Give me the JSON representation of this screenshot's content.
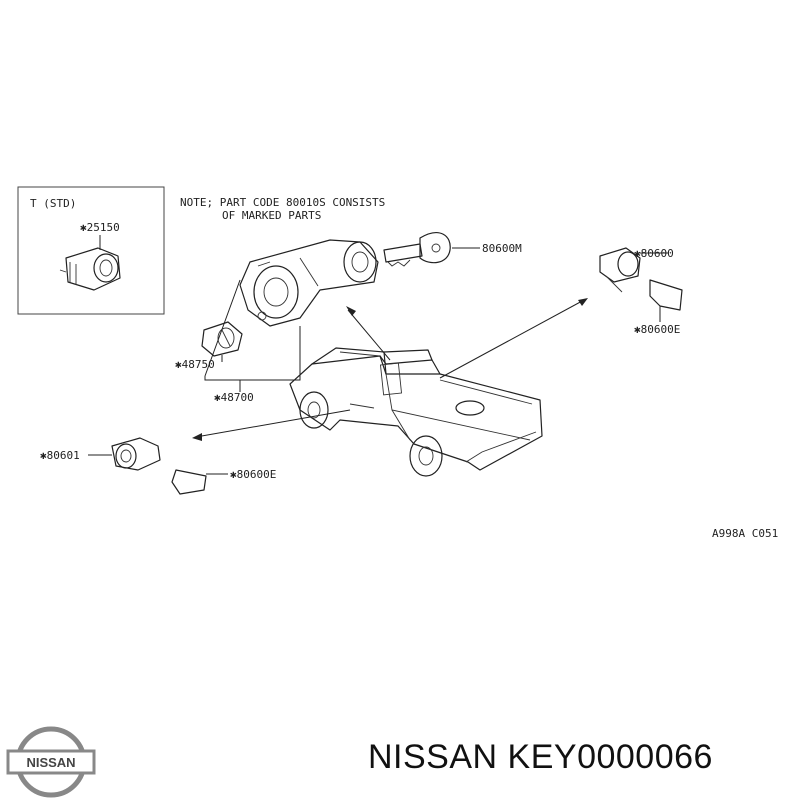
{
  "inset": {
    "title": "T (STD)",
    "part": "✱25150"
  },
  "note": {
    "line1": "NOTE; PART CODE 80010S CONSISTS",
    "line2": "OF     MARKED PARTS"
  },
  "labels": {
    "key": "80600M",
    "rear_lock": "✱80600",
    "rear_clip": "✱80600E",
    "ignition_knob": "✱48750",
    "ignition_set": "✱48700",
    "door_lock": "✱80601",
    "door_clip": "✱80600E",
    "figure_code": "A998A C051"
  },
  "footer": {
    "brand": "NISSAN",
    "part_number": "KEY0000066",
    "logo_text": "NISSAN"
  }
}
